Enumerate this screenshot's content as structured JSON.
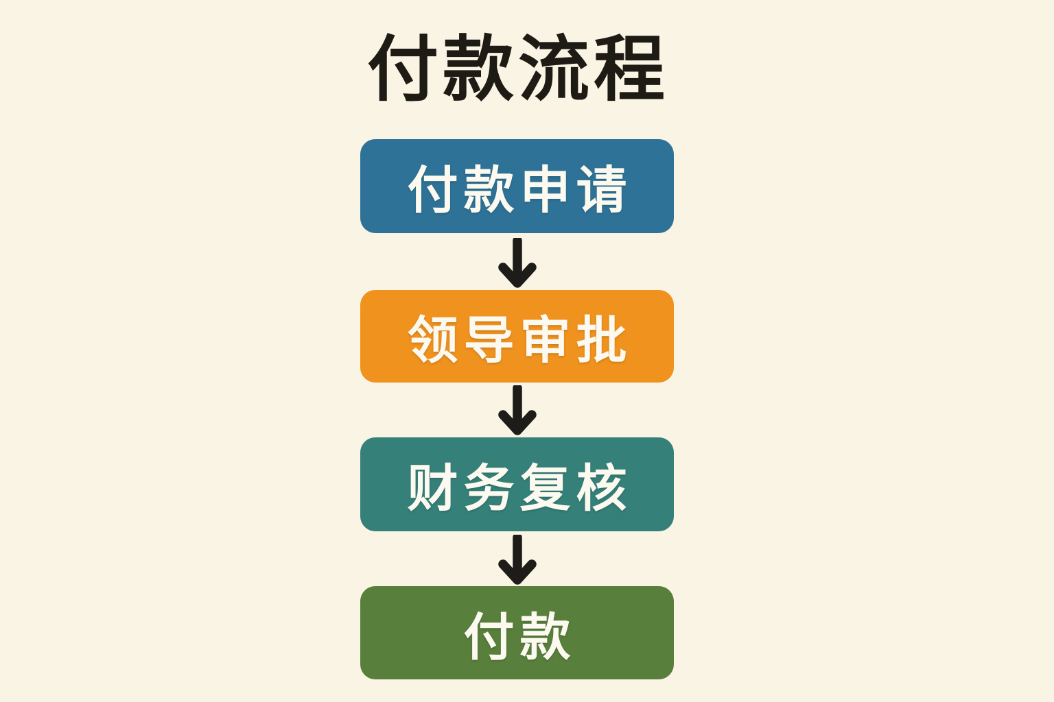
{
  "title": {
    "text": "付款流程"
  },
  "steps": [
    {
      "label": "付款申请",
      "color": "#2e7397"
    },
    {
      "label": "领导审批",
      "color": "#f0921e"
    },
    {
      "label": "财务复核",
      "color": "#36807a"
    },
    {
      "label": "付款",
      "color": "#597f3c"
    }
  ],
  "colors": {
    "background": "#faf4e5",
    "title_text": "#1e1b15",
    "box_text": "#fcfaf0",
    "arrow": "#1e1c18"
  }
}
